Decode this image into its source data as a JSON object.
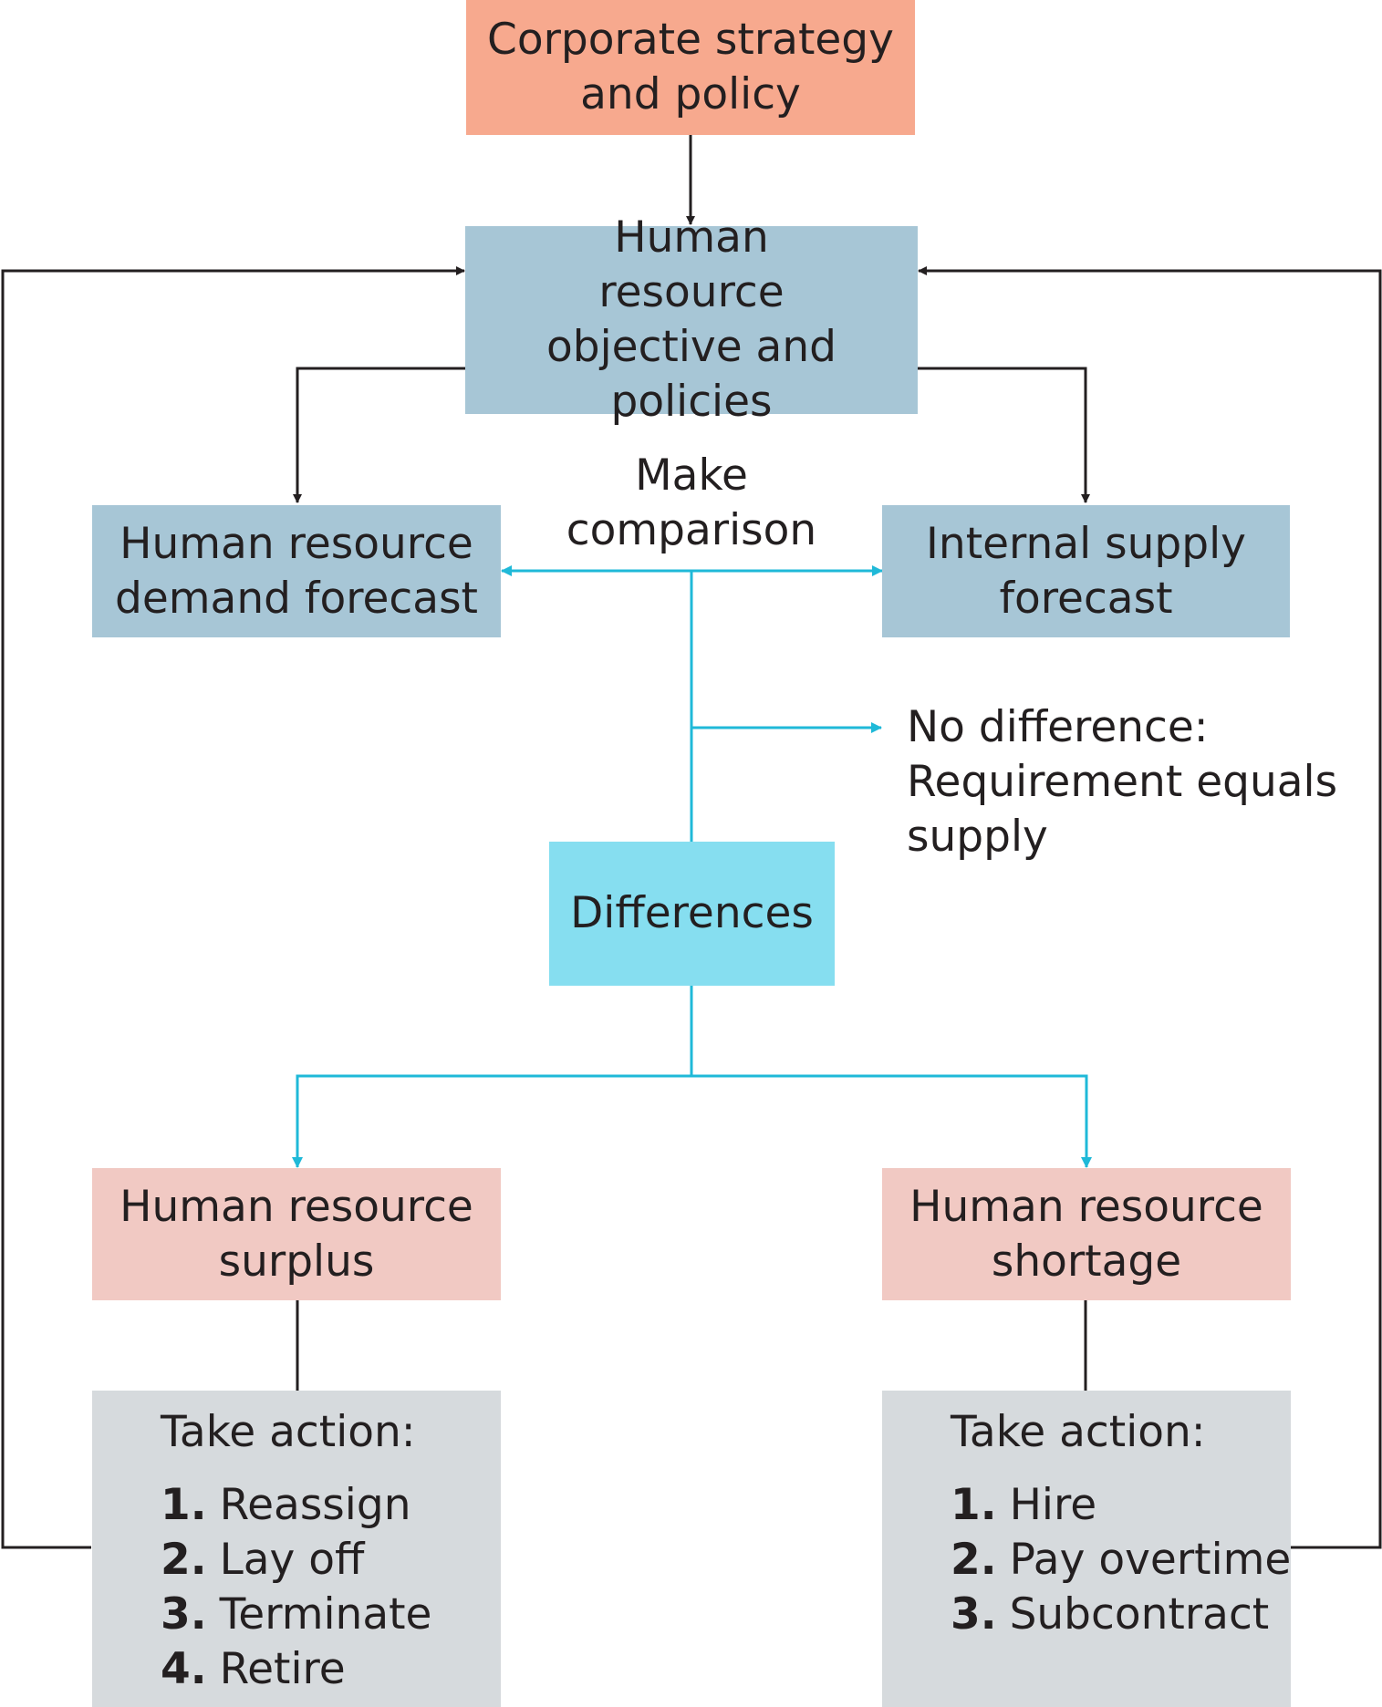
{
  "nodes": {
    "corporate": {
      "text": "Corporate strategy and policy",
      "color": "#f7a98e"
    },
    "objectives": {
      "text": "Human resource objective and policies",
      "color": "#a7c6d6"
    },
    "demand": {
      "text": "Human resource demand forecast",
      "color": "#a7c6d6"
    },
    "supply": {
      "text": "Internal supply forecast",
      "color": "#a7c6d6"
    },
    "differences": {
      "text": "Differences",
      "color": "#86def0"
    },
    "surplus": {
      "text": "Human resource surplus",
      "color": "#f1c9c3"
    },
    "shortage": {
      "text": "Human resource shortage",
      "color": "#f1c9c3"
    }
  },
  "labels": {
    "make_comparison": "Make comparison",
    "no_difference": "No difference: Requirement equals supply"
  },
  "actions": {
    "surplus": {
      "heading": "Take action:",
      "items": [
        {
          "num": "1.",
          "text": "Reassign"
        },
        {
          "num": "2.",
          "text": "Lay off"
        },
        {
          "num": "3.",
          "text": "Terminate"
        },
        {
          "num": "4.",
          "text": "Retire"
        }
      ],
      "color": "#d6dadd"
    },
    "shortage": {
      "heading": "Take action:",
      "items": [
        {
          "num": "1.",
          "text": "Hire"
        },
        {
          "num": "2.",
          "text": "Pay overtime"
        },
        {
          "num": "3.",
          "text": "Subcontract"
        }
      ],
      "color": "#d6dadd"
    }
  },
  "colors": {
    "line_dark": "#231f20",
    "line_blue": "#1fb9d8"
  }
}
